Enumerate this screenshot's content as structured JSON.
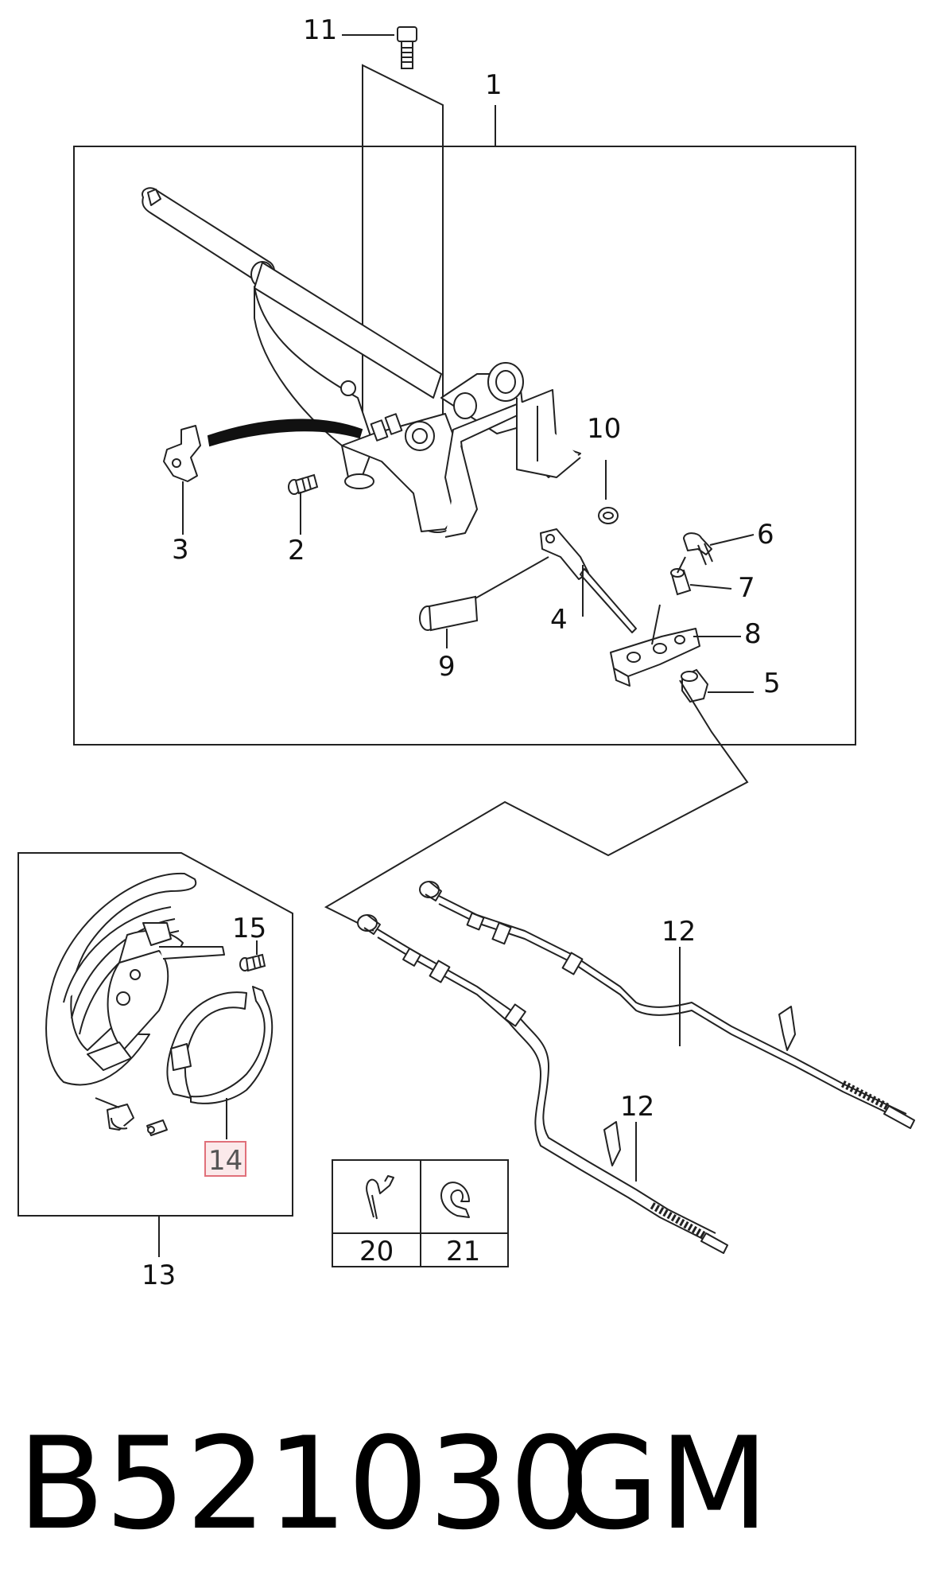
{
  "callouts": {
    "c1": "1",
    "c2": "2",
    "c3": "3",
    "c4": "4",
    "c5": "5",
    "c6": "6",
    "c7": "7",
    "c8": "8",
    "c9": "9",
    "c10": "10",
    "c11": "11",
    "c12a": "12",
    "c12b": "12",
    "c13": "13",
    "c14": "14",
    "c15": "15",
    "c20": "20",
    "c21": "21"
  },
  "highlight_color": "#e0707a",
  "highlight_fill": "#fbe9ea",
  "footer": {
    "part_number": "B521030",
    "brand": "GM"
  }
}
